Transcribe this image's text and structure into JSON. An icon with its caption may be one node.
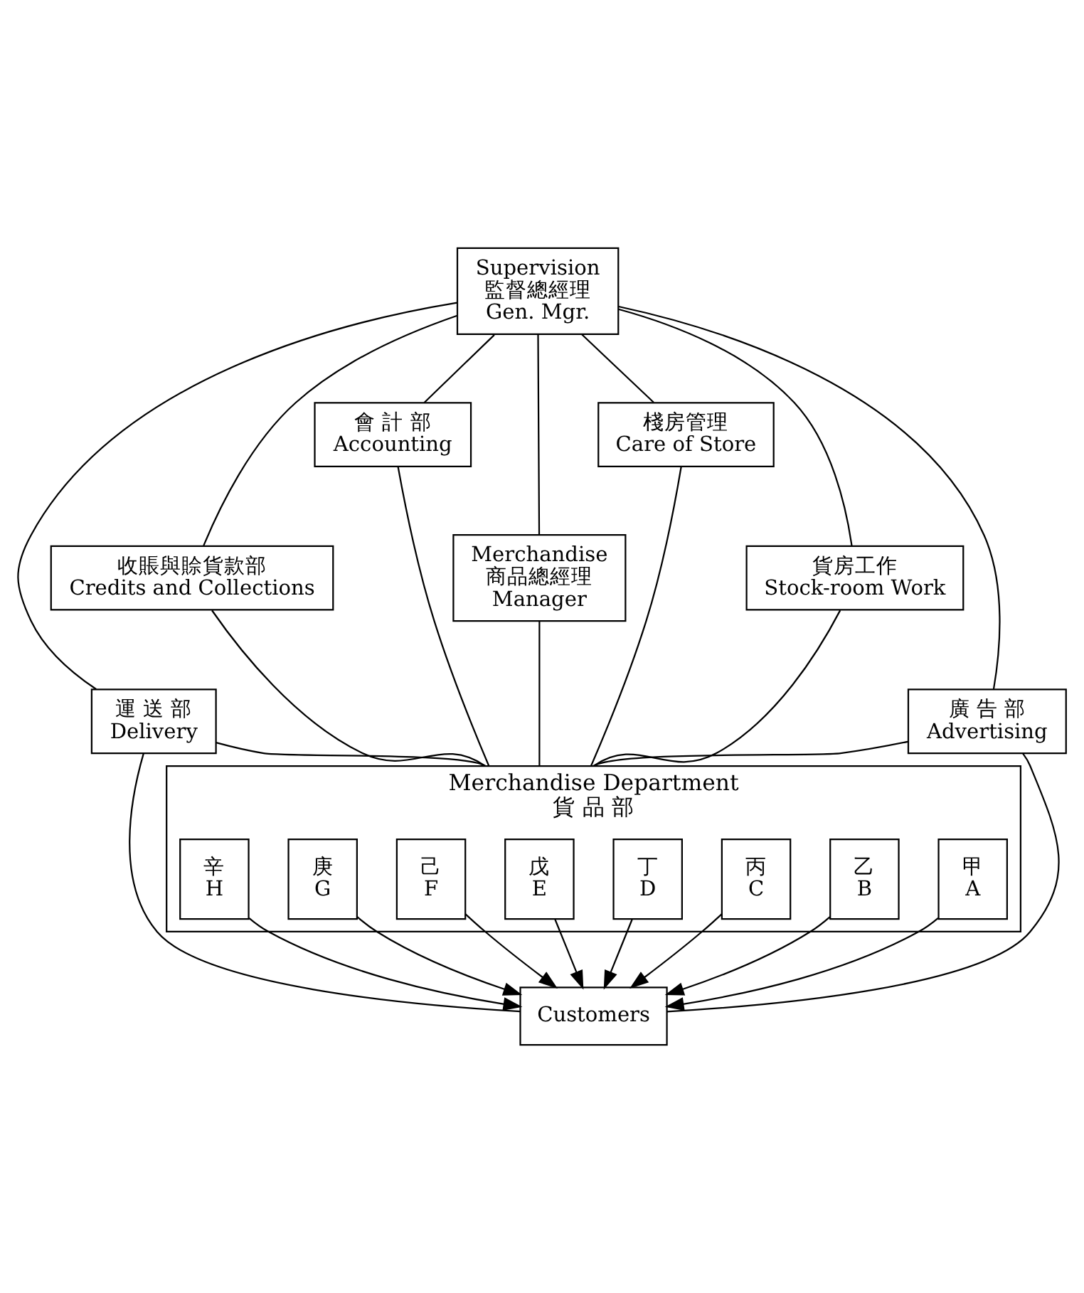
{
  "diagram": {
    "nodes": [
      {
        "text": [
          "Supervision",
          "監督總經理",
          "Gen. Mgr."
        ]
      },
      {
        "text": [
          "會 計 部",
          "Accounting"
        ]
      },
      {
        "text": [
          "棧房管理",
          "Care of Store"
        ]
      },
      {
        "text": [
          "收賬與賒貨款部",
          "Credits and Collections"
        ]
      },
      {
        "text": [
          "貨房工作",
          "Stock-room Work"
        ]
      },
      {
        "text": [
          "Merchandise",
          "商品總經理",
          "Manager"
        ]
      },
      {
        "text": [
          "運 送 部",
          "Delivery"
        ]
      },
      {
        "text": [
          "廣 告 部",
          "Advertising"
        ]
      },
      {
        "text": [
          "Merchandise Department",
          "貨 品 部"
        ]
      },
      {
        "text": [
          "甲",
          "A"
        ],
        "in": 8
      },
      {
        "text": [
          "乙",
          "B"
        ],
        "in": 8
      },
      {
        "text": [
          "丙",
          "C"
        ],
        "in": 8
      },
      {
        "text": [
          "丁",
          "D"
        ],
        "in": 8
      },
      {
        "text": [
          "戊",
          "E"
        ],
        "in": 8
      },
      {
        "text": [
          "己",
          "F"
        ],
        "in": 8
      },
      {
        "text": [
          "庚",
          "G"
        ],
        "in": 8
      },
      {
        "text": [
          "辛",
          "H"
        ],
        "in": 8
      },
      {
        "text": [
          "Customers"
        ]
      }
    ],
    "edges": [
      {
        "from": 0,
        "to": 1,
        "arrow": "none"
      },
      {
        "from": 0,
        "to": 2,
        "arrow": "none"
      },
      {
        "from": 0,
        "to": 3,
        "arrow": "none"
      },
      {
        "from": 0,
        "to": 4,
        "arrow": "none"
      },
      {
        "from": 0,
        "to": 5,
        "arrow": "none"
      },
      {
        "from": 0,
        "to": 6,
        "arrow": "none"
      },
      {
        "from": 0,
        "to": 7,
        "arrow": "none"
      },
      {
        "from": 1,
        "to": 8,
        "arrow": "none"
      },
      {
        "from": 2,
        "to": 8,
        "arrow": "none"
      },
      {
        "from": 3,
        "to": 8,
        "arrow": "none"
      },
      {
        "from": 4,
        "to": 8,
        "arrow": "none"
      },
      {
        "from": 5,
        "to": 8,
        "arrow": "none"
      },
      {
        "from": 6,
        "to": 8,
        "arrow": "none"
      },
      {
        "from": 7,
        "to": 8,
        "arrow": "none"
      },
      {
        "from": 6,
        "to": 17,
        "arrow": "none"
      },
      {
        "from": 7,
        "to": 17,
        "arrow": "none"
      },
      {
        "from": 9,
        "to": 17,
        "arrow": "to"
      },
      {
        "from": 10,
        "to": 17,
        "arrow": "to"
      },
      {
        "from": 11,
        "to": 17,
        "arrow": "to"
      },
      {
        "from": 12,
        "to": 17,
        "arrow": "to"
      },
      {
        "from": 13,
        "to": 17,
        "arrow": "to"
      },
      {
        "from": 14,
        "to": 17,
        "arrow": "to"
      },
      {
        "from": 15,
        "to": 17,
        "arrow": "to"
      },
      {
        "from": 16,
        "to": 17,
        "arrow": "to"
      }
    ]
  }
}
